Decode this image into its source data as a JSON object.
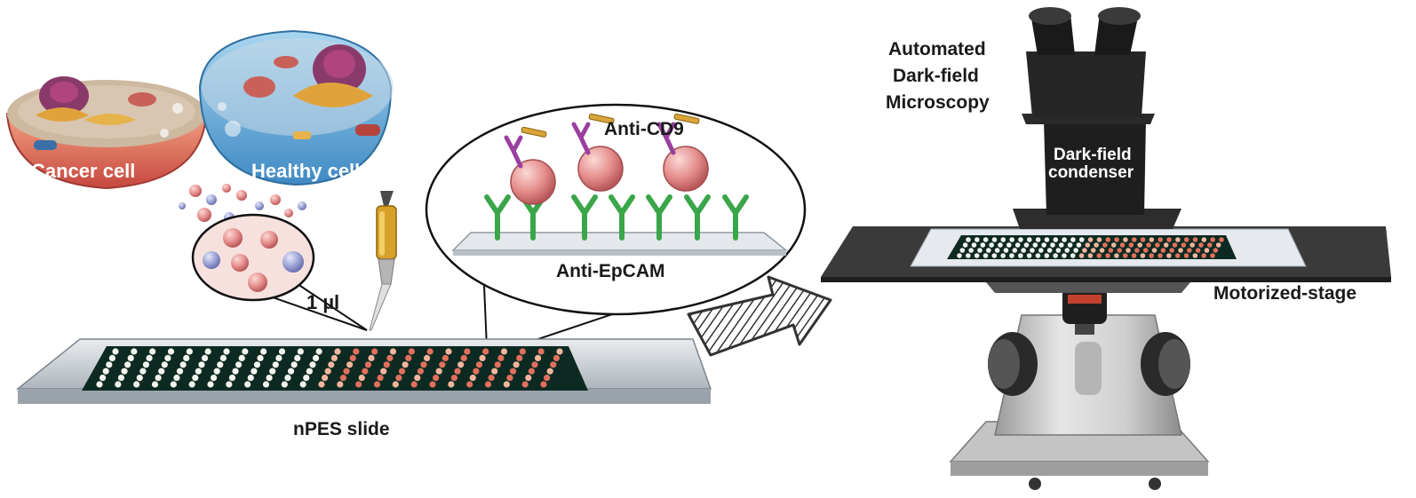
{
  "labels": {
    "cancer_cell": "Cancer cell",
    "healthy_cell": "Healthy cell",
    "volume": "1 µl",
    "anti_cd9": "Anti-CD9",
    "anti_epcam": "Anti-EpCAM",
    "slide": "nPES slide",
    "microscopy_line1": "Automated",
    "microscopy_line2": "Dark-field",
    "microscopy_line3": "Microscopy",
    "condenser_line1": "Dark-field",
    "condenser_line2": "condenser",
    "stage": "Motorized-stage"
  },
  "colors": {
    "cancer_cell": "#e0685a",
    "healthy_cell": "#6fb3de",
    "vesicle": "#e79a98",
    "cd9_antibody": "#9a3fa0",
    "epcam_antibody": "#3aa64a",
    "slide_array": "#0d2a22",
    "spot_white": "#f5f5f0",
    "spot_peach": "#f4b59d",
    "spot_red": "#e2705c",
    "microscope_dark": "#262626",
    "microscope_body": "#c9c9c9"
  },
  "icons": {
    "pipette": "pipette-icon",
    "arrow": "hatched-arrow-icon",
    "microscope": "microscope-icon"
  }
}
